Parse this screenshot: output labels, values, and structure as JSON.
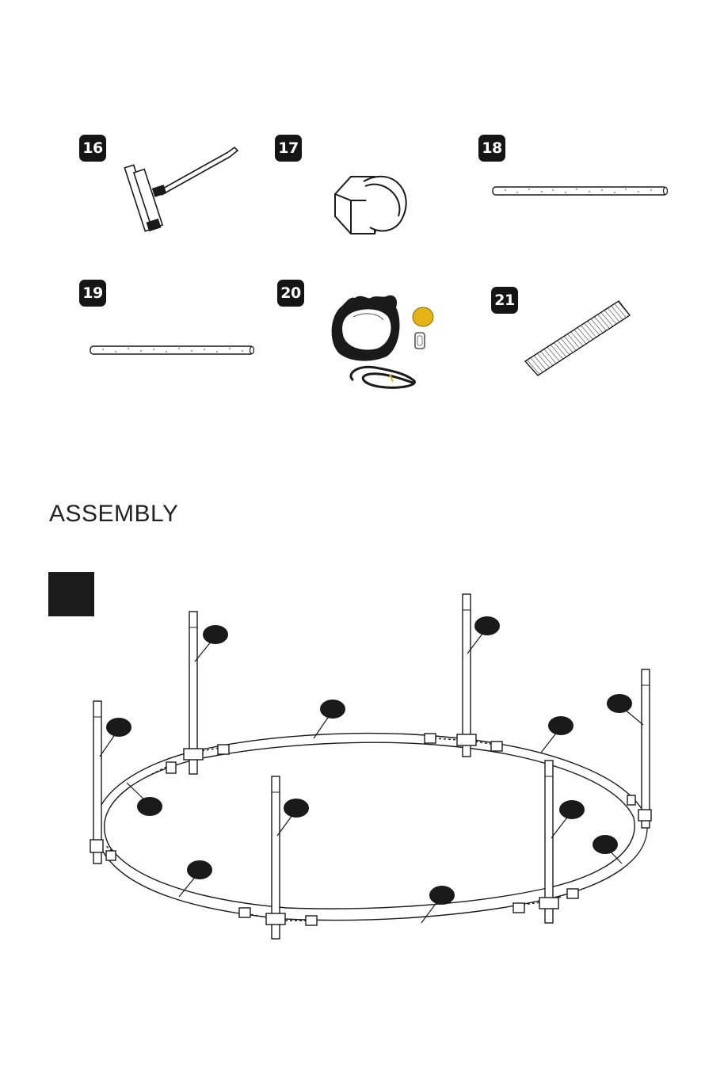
{
  "parts": [
    {
      "id": "16",
      "icon": "t-wrench-icon"
    },
    {
      "id": "17",
      "icon": "cap-nut-icon"
    },
    {
      "id": "18",
      "icon": "foam-tube-long-icon"
    },
    {
      "id": "19",
      "icon": "foam-tube-short-icon"
    },
    {
      "id": "20",
      "icon": "swing-ring-rope-kit-icon"
    },
    {
      "id": "21",
      "icon": "striped-strip-icon"
    }
  ],
  "assembly": {
    "title": "ASSEMBLY",
    "step_marker_color": "#1b1b1b"
  },
  "colors": {
    "ink": "#1a1a1a",
    "badge": "#151515",
    "callout": "#1a1a1a",
    "tan_part": "#e3b318"
  }
}
